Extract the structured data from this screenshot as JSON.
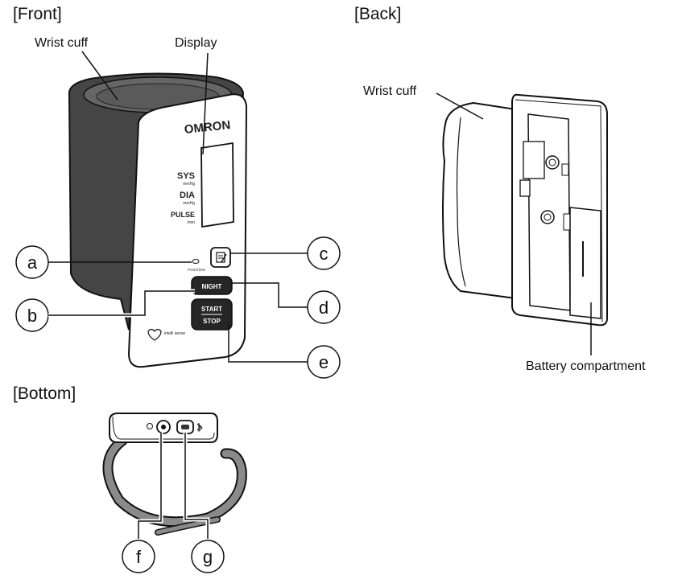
{
  "sections": {
    "front": "[Front]",
    "back": "[Back]",
    "bottom": "[Bottom]"
  },
  "front": {
    "wrist_cuff": "Wrist cuff",
    "display": "Display",
    "brand": "OMRON",
    "sys": "SYS",
    "dia": "DIA",
    "pulse": "PULSE",
    "mmhg": "mmHg",
    "per_min": "/min",
    "position": "POSITION",
    "night": "NIGHT",
    "start": "START",
    "stop": "STOP",
    "intellisense": "intelli sense"
  },
  "back": {
    "wrist_cuff": "Wrist cuff",
    "battery_compartment": "Battery compartment"
  },
  "callouts": {
    "a": "a",
    "b": "b",
    "c": "c",
    "d": "d",
    "e": "e",
    "f": "f",
    "g": "g"
  },
  "colors": {
    "cuff": "#444444",
    "outline": "#1a1a1a",
    "button": "#262626"
  }
}
